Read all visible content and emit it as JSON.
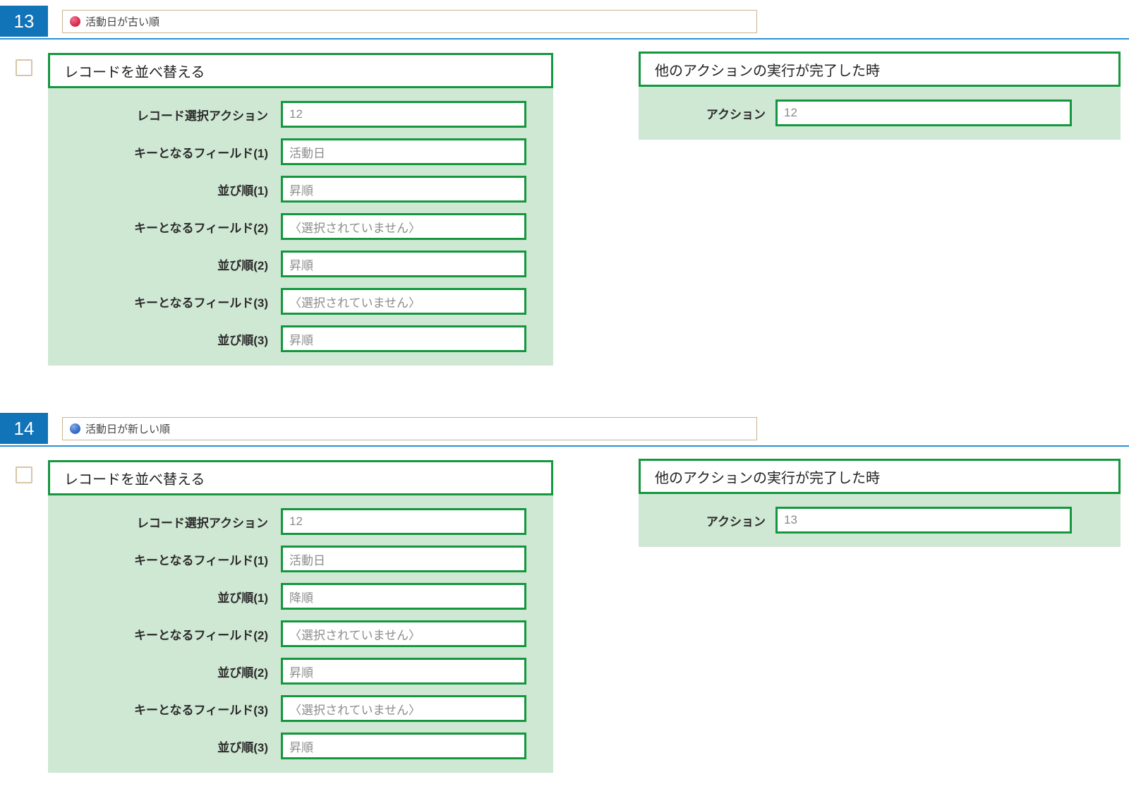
{
  "colors": {
    "badge_blue": "#1173b8",
    "divider_blue": "#2d91d2",
    "panel_border_green": "#14973f",
    "panel_bg_green": "#cfe8d3",
    "header_border_tan": "#c9b593",
    "red_dot": "#d93050",
    "blue_dot": "#3a6fc8"
  },
  "sections": [
    {
      "number": "13",
      "title": "活動日が古い順",
      "dot": "red-dot",
      "sort_panel": {
        "title": "レコードを並べ替える",
        "fields": [
          {
            "label": "レコード選択アクション",
            "value": "12"
          },
          {
            "label": "キーとなるフィールド(1)",
            "value": "活動日"
          },
          {
            "label": "並び順(1)",
            "value": "昇順"
          },
          {
            "label": "キーとなるフィールド(2)",
            "value": "〈選択されていません〉"
          },
          {
            "label": "並び順(2)",
            "value": "昇順"
          },
          {
            "label": "キーとなるフィールド(3)",
            "value": "〈選択されていません〉"
          },
          {
            "label": "並び順(3)",
            "value": "昇順"
          }
        ]
      },
      "trigger_panel": {
        "title": "他のアクションの実行が完了した時",
        "fields": [
          {
            "label": "アクション",
            "value": "12"
          }
        ]
      }
    },
    {
      "number": "14",
      "title": "活動日が新しい順",
      "dot": "blue-dot",
      "sort_panel": {
        "title": "レコードを並べ替える",
        "fields": [
          {
            "label": "レコード選択アクション",
            "value": "12"
          },
          {
            "label": "キーとなるフィールド(1)",
            "value": "活動日"
          },
          {
            "label": "並び順(1)",
            "value": "降順"
          },
          {
            "label": "キーとなるフィールド(2)",
            "value": "〈選択されていません〉"
          },
          {
            "label": "並び順(2)",
            "value": "昇順"
          },
          {
            "label": "キーとなるフィールド(3)",
            "value": "〈選択されていません〉"
          },
          {
            "label": "並び順(3)",
            "value": "昇順"
          }
        ]
      },
      "trigger_panel": {
        "title": "他のアクションの実行が完了した時",
        "fields": [
          {
            "label": "アクション",
            "value": "13"
          }
        ]
      }
    }
  ]
}
